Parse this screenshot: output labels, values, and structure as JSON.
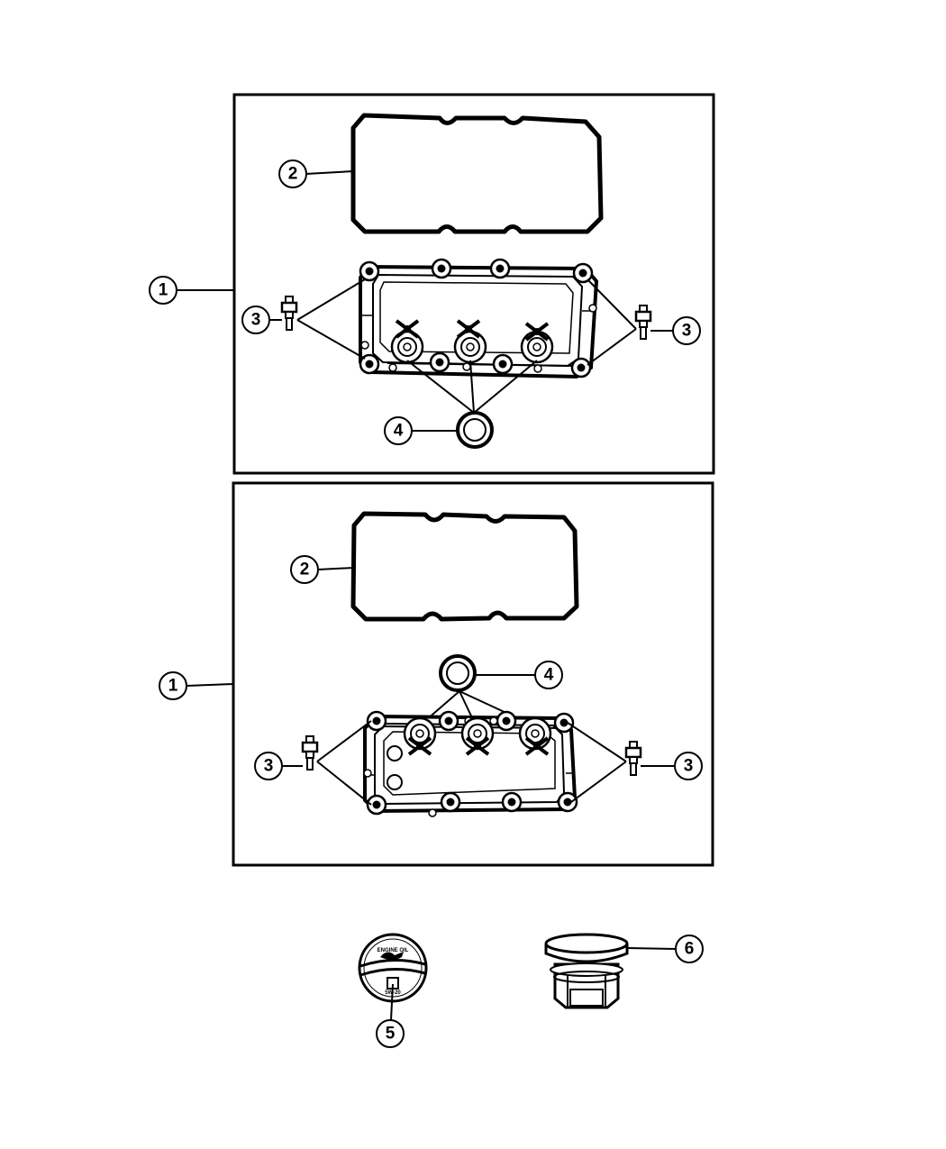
{
  "diagram": {
    "callouts": {
      "top_assembly": "1",
      "top_gasket": "2",
      "top_bolt_left": "3",
      "top_bolt_right": "3",
      "top_seal": "4",
      "bottom_assembly": "1",
      "bottom_gasket": "2",
      "bottom_bolt_left": "3",
      "bottom_bolt_right": "3",
      "bottom_seal": "4",
      "oil_cap": "5",
      "plug": "6"
    },
    "oil_cap_text": {
      "top": "ENGINE OIL",
      "bottom": "5W-20"
    }
  }
}
